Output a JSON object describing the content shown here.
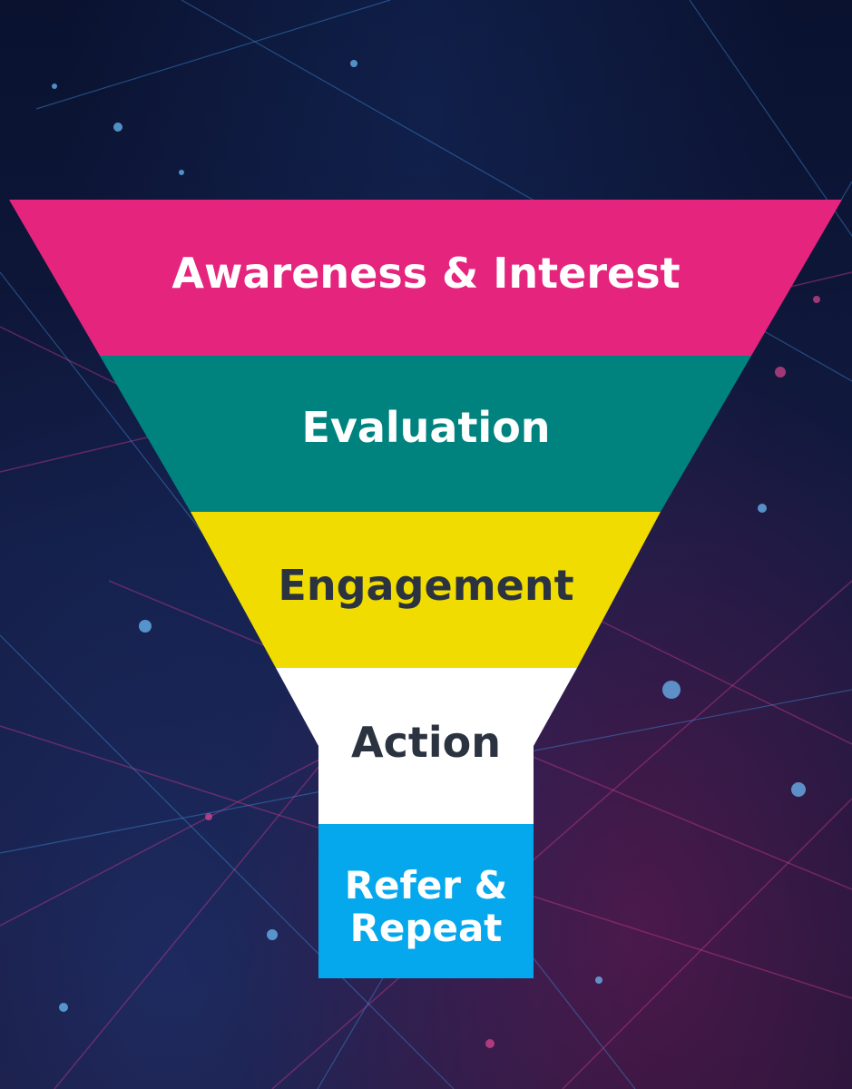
{
  "stages": [
    {
      "label": "Awareness & Interest",
      "color": "#e5247e"
    },
    {
      "label": "Evaluation",
      "color": "#00837f"
    },
    {
      "label": "Engagement",
      "color": "#f0dc00"
    },
    {
      "label": "Action",
      "color": "#ffffff"
    },
    {
      "label_line1": "Refer &",
      "label_line2": "Repeat",
      "color": "#06a8ed"
    }
  ],
  "text_colors": {
    "light": "#ffffff",
    "dark": "#2b3340"
  },
  "background": {
    "colors": [
      "#0a1230",
      "#1a1535"
    ],
    "style": "network lines"
  }
}
